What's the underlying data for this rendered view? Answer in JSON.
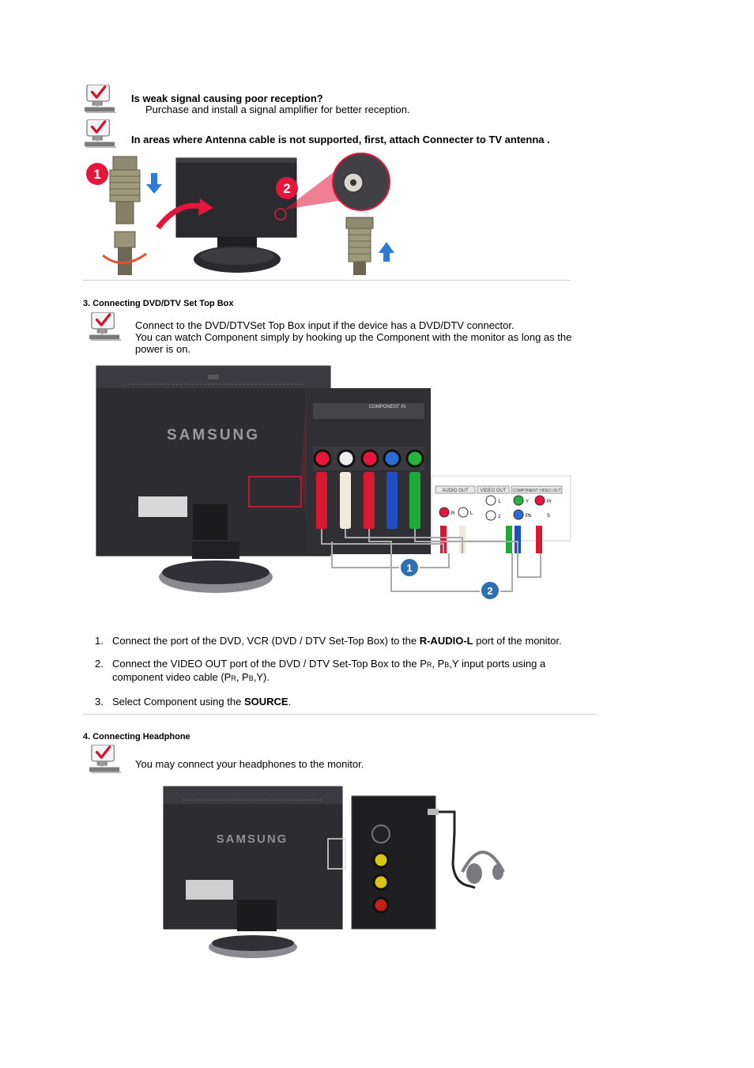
{
  "weak_signal": {
    "question": "Is weak signal causing poor reception?",
    "answer": "Purchase and install a signal amplifier for better reception."
  },
  "antenna_note": "In areas where Antenna cable is not supported, first, attach Connecter to TV antenna .",
  "antenna_figure": {
    "callout_1": "1",
    "callout_2": "2"
  },
  "section3": {
    "title": "3. Connecting DVD/DTV Set Top Box",
    "intro_line1": "Connect to the DVD/DTVSet Top Box input if the device has a DVD/DTV connector.",
    "intro_line2": "You can watch Component simply by hooking up the Component with the monitor as long as the",
    "intro_line3": "power is on.",
    "figure": {
      "brand": "SAMSUNG",
      "panel_label": "COMPONENT IN",
      "device_labels": [
        "AUDIO OUT",
        "VIDEO OUT",
        "COMPONENT VIDEO OUT"
      ],
      "jack_labels": [
        "R",
        "L",
        "1",
        "2",
        "Y",
        "Pr",
        "Pb",
        "S"
      ],
      "callout_1": "1",
      "callout_2": "2"
    },
    "steps": {
      "s1_num": "1.",
      "s1_pre": "Connect the port of the DVD, VCR (DVD / DTV Set-Top Box) to the ",
      "s1_bold": "R-AUDIO-L",
      "s1_post": " port of the monitor.",
      "s2_num": "2.",
      "s2_line1_pre": "Connect the VIDEO OUT port of the DVD / DTV Set-Top Box to the P",
      "s2_sub_r": "R",
      "s2_mid": ", P",
      "s2_sub_b": "B",
      "s2_line1_post": ",Y input ports using a",
      "s2_line2_pre": "component video cable (P",
      "s2_line2_mid": ", P",
      "s2_line2_post": ",Y).",
      "s3_num": "3.",
      "s3_pre": "Select Component using the ",
      "s3_bold": "SOURCE",
      "s3_post": "."
    }
  },
  "section4": {
    "title": "4. Connecting Headphone",
    "intro": "You may connect your headphones to the monitor.",
    "figure": {
      "brand": "SAMSUNG"
    }
  },
  "colors": {
    "accent_red": "#e5153c",
    "callout_blue": "#2e6fb0",
    "monitor_dark": "#2a2a2e",
    "divider": "#cfcfcf"
  }
}
